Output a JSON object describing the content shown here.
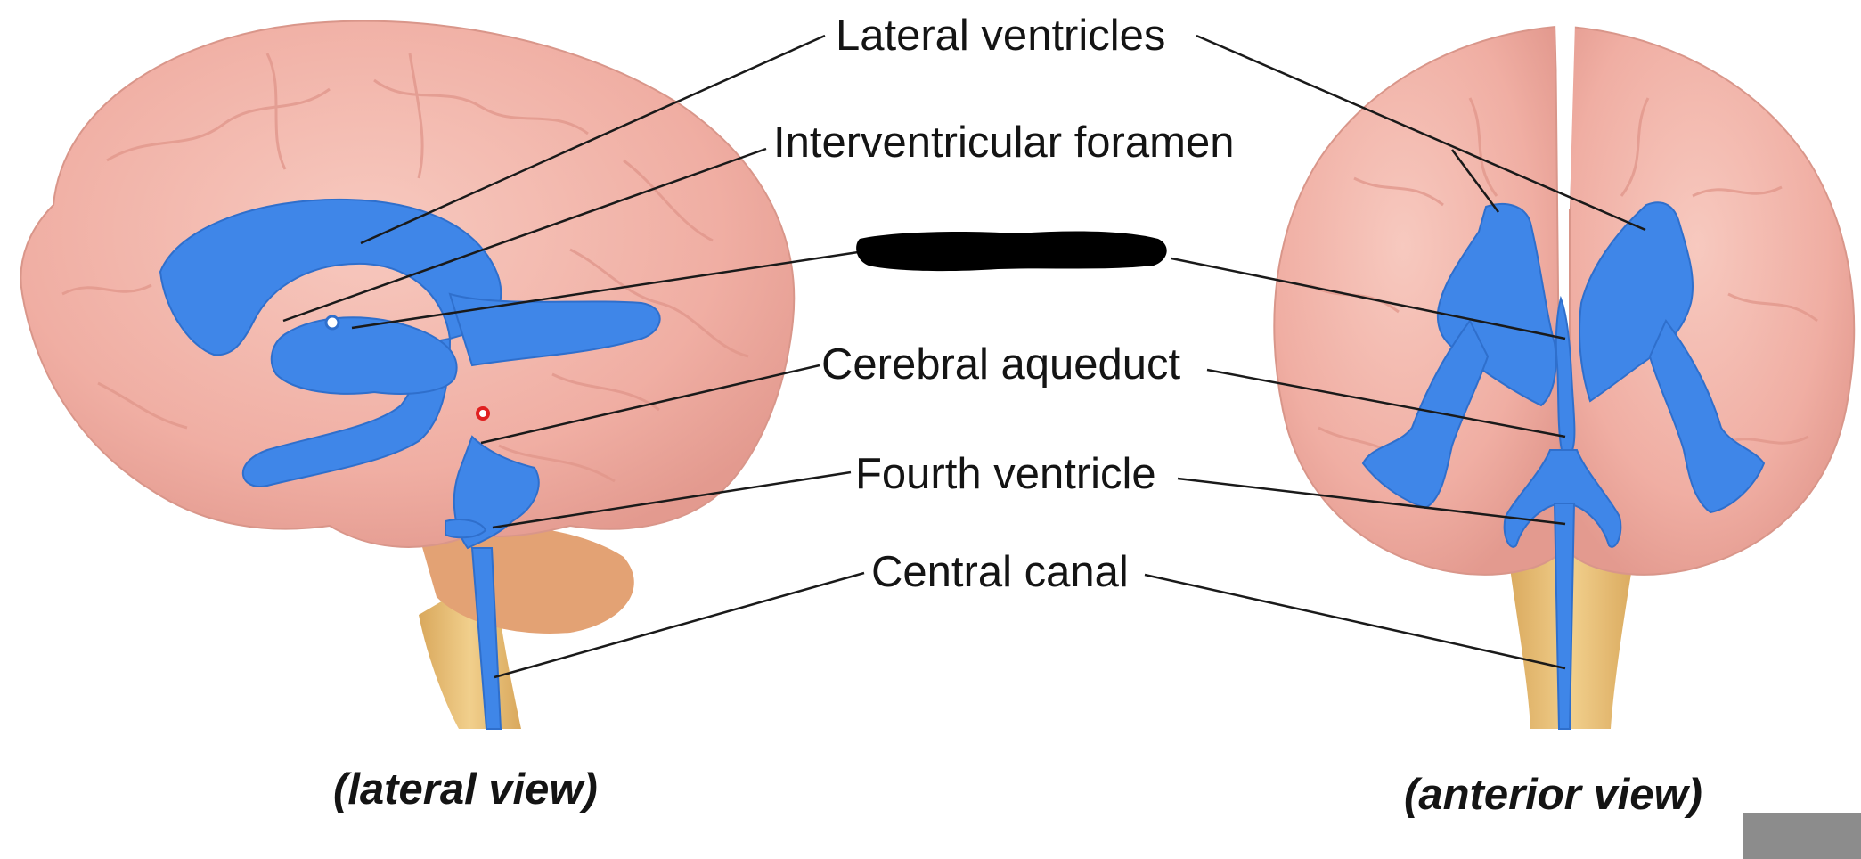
{
  "labels": {
    "lateral_ventricles": "Lateral ventricles",
    "interventricular_foramen": "Interventricular foramen",
    "third_ventricle_redacted": "",
    "cerebral_aqueduct": "Cerebral aqueduct",
    "fourth_ventricle": "Fourth ventricle",
    "central_canal": "Central canal"
  },
  "captions": {
    "lateral": "(lateral view)",
    "anterior": "(anterior view)"
  },
  "colors": {
    "brain": "#f2b3a8",
    "ventricles": "#3f86e8",
    "cerebellum": "#e3a274",
    "brainstem": "#ecc47e",
    "redaction": "#000000",
    "leader_lines": "#1a1a1a"
  }
}
